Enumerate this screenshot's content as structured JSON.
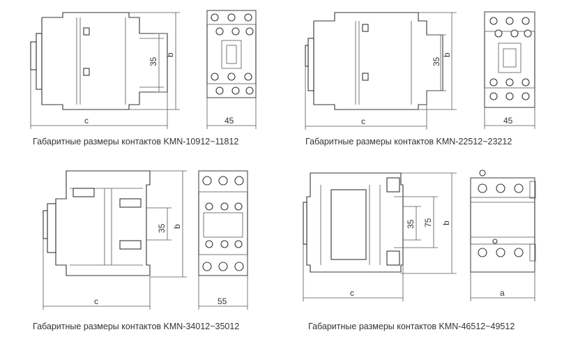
{
  "diagrams": [
    {
      "caption": "Габаритные размеры контактов KMN-10912~11812",
      "dims": {
        "width": "c",
        "height": "b",
        "mount": "35",
        "face_width": "45"
      }
    },
    {
      "caption": "Габаритные размеры контактов KMN-22512~23212",
      "dims": {
        "width": "c",
        "height": "b",
        "mount": "35",
        "face_width": "45"
      }
    },
    {
      "caption": "Габаритные размеры контактов KMN-34012~35012",
      "dims": {
        "width": "c",
        "height": "b",
        "mount": "35",
        "face_width": "55"
      }
    },
    {
      "caption": "Габаритные размеры контактов KMN-46512~49512",
      "dims": {
        "width": "c",
        "height": "b",
        "mount": "35",
        "mount2": "75",
        "face_width": "a"
      }
    }
  ]
}
